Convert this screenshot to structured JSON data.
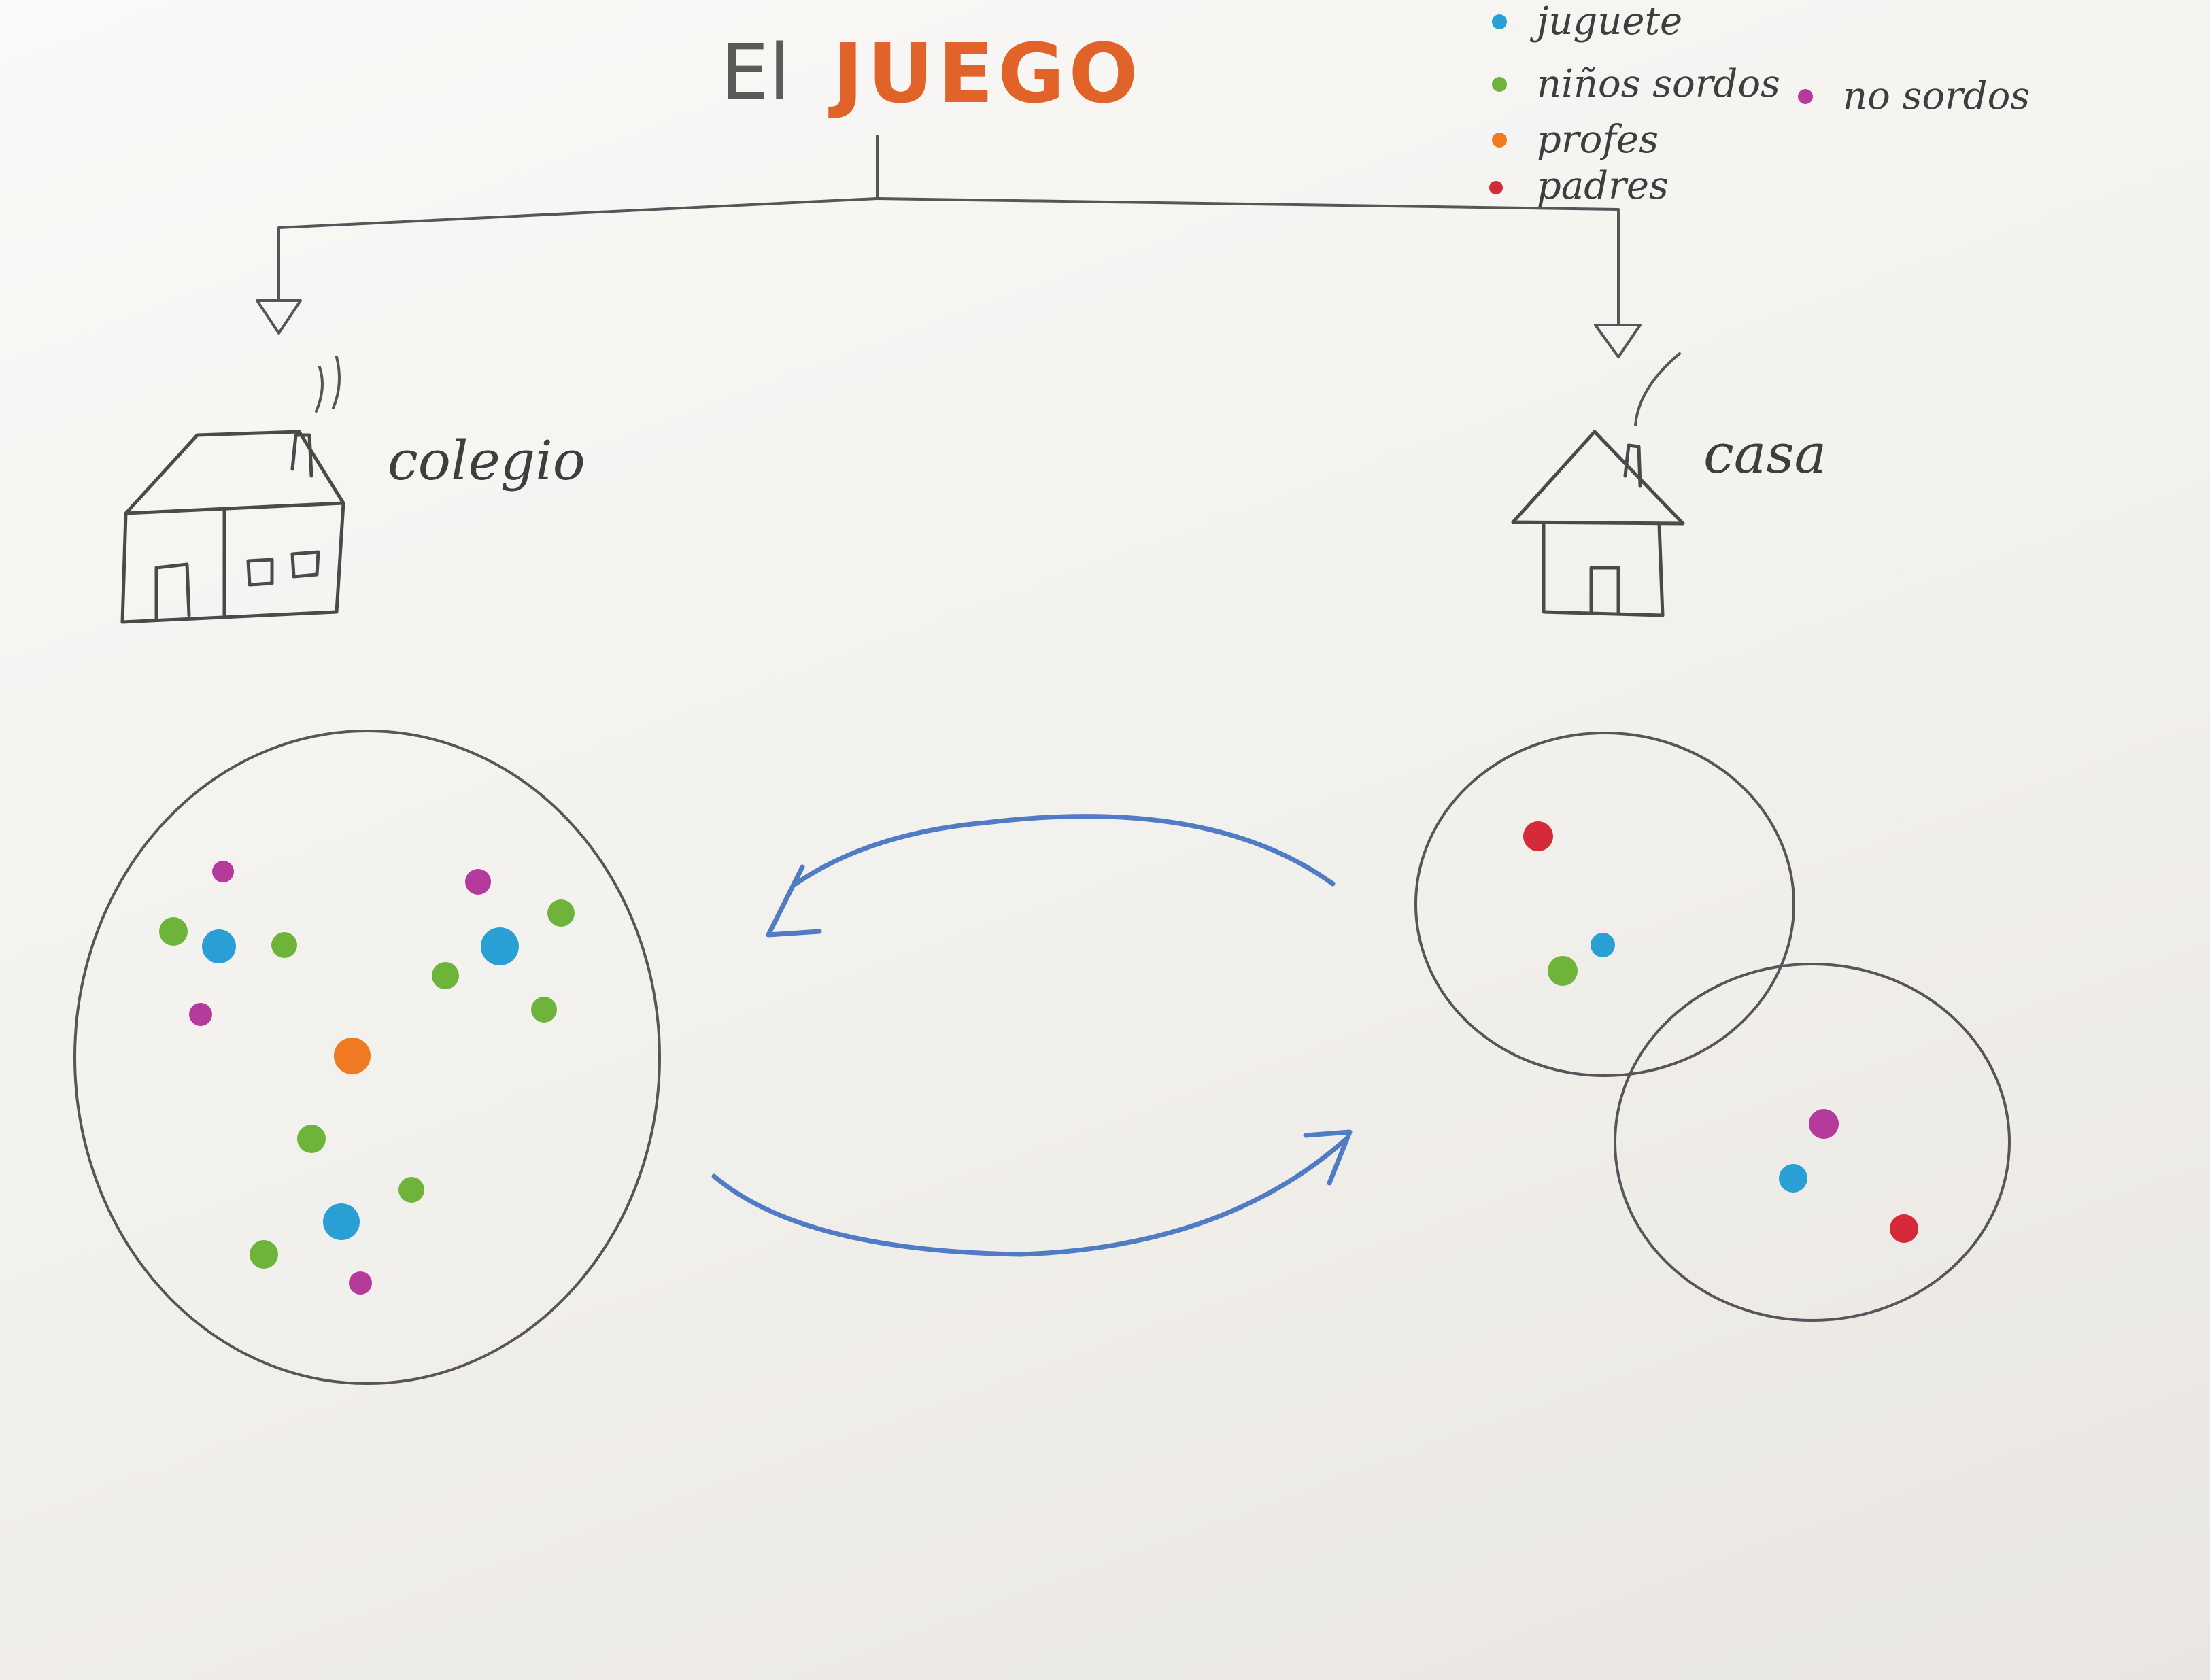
{
  "title": {
    "prefix": "El",
    "main": "JUEGO",
    "main_color": "#e2632a"
  },
  "legend": [
    {
      "label": "juguete",
      "color": "#2a9fd4"
    },
    {
      "label": "niños sordos",
      "color": "#6fb43a"
    },
    {
      "label": "no sordos",
      "color": "#b43a9c"
    },
    {
      "label": "profes",
      "color": "#f07a22"
    },
    {
      "label": "padres",
      "color": "#d42a3a"
    }
  ],
  "places": {
    "school": {
      "label": "colegio",
      "icon": "school-building-icon"
    },
    "home": {
      "label": "casa",
      "icon": "house-icon"
    }
  },
  "colors": {
    "arrow": "#4f7cc4",
    "ink": "#4a4a4a"
  },
  "groups": {
    "school_circle": [
      "no sordos",
      "niños sordos",
      "juguete",
      "niños sordos",
      "no sordos",
      "no sordos",
      "juguete",
      "niños sordos",
      "niños sordos",
      "niños sordos",
      "profes",
      "niños sordos",
      "niños sordos",
      "juguete",
      "niños sordos",
      "no sordos"
    ],
    "home_circle_top": [
      "padres",
      "niños sordos",
      "juguete"
    ],
    "home_circle_bottom": [
      "no sordos",
      "juguete",
      "padres"
    ]
  }
}
